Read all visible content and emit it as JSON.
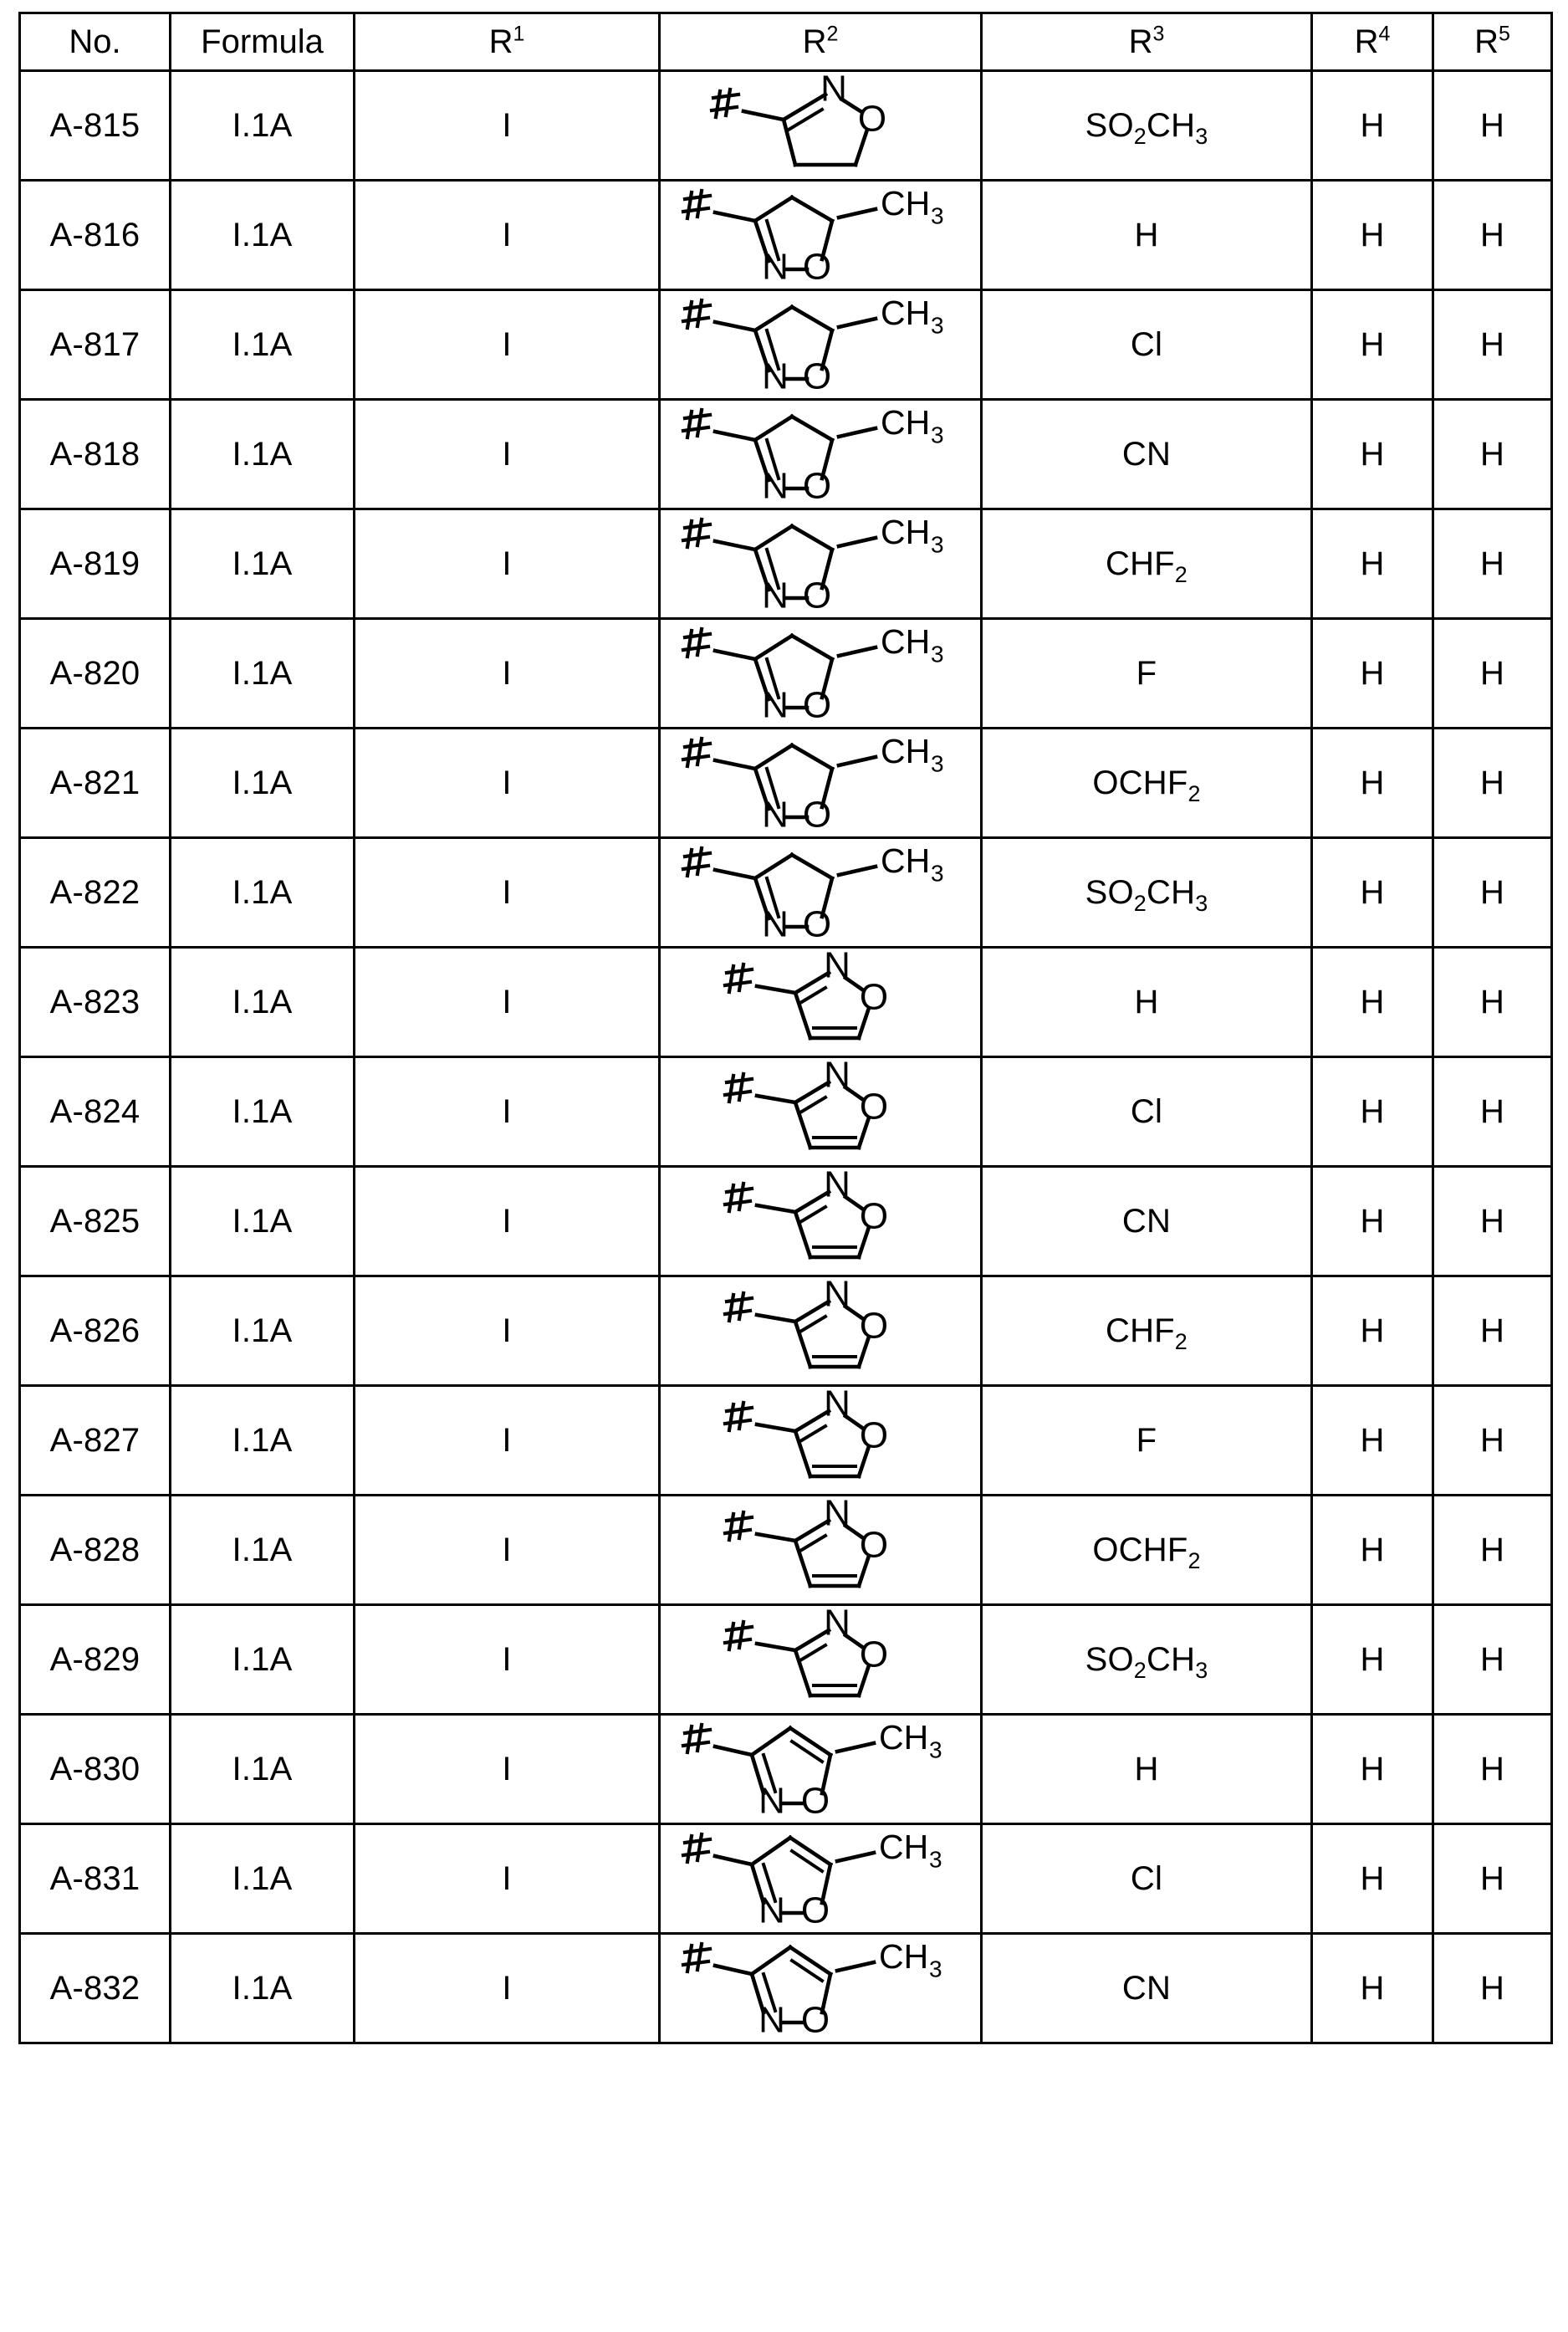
{
  "document": {
    "kind": "patent-substituent-table",
    "caption": ""
  },
  "table": {
    "columns": [
      {
        "key": "no",
        "label": "No.",
        "sup": ""
      },
      {
        "key": "formula",
        "label": "Formula",
        "sup": ""
      },
      {
        "key": "r1",
        "label": "R",
        "sup": "1"
      },
      {
        "key": "r2",
        "label": "R",
        "sup": "2"
      },
      {
        "key": "r3",
        "label": "R",
        "sup": "3"
      },
      {
        "key": "r4",
        "label": "R",
        "sup": "4"
      },
      {
        "key": "r5",
        "label": "R",
        "sup": "5"
      }
    ],
    "rows": [
      {
        "no": "A-815",
        "formula": "I.1A",
        "r1": "I",
        "r2_structure": "dihydroisoxazol-3-yl",
        "r2_label": "#-4,5-dihydroisoxazol-3-yl",
        "r3": "SO2CH3",
        "r3_parts": [
          {
            "t": "SO"
          },
          {
            "s": "2"
          },
          {
            "t": "CH"
          },
          {
            "s": "3"
          }
        ],
        "r4": "H",
        "r5": "H"
      },
      {
        "no": "A-816",
        "formula": "I.1A",
        "r1": "I",
        "r2_structure": "5-methyl-dihydroisoxazol-3-yl",
        "r2_label": "#-5-methyl-4,5-dihydroisoxazol-3-yl",
        "r3": "H",
        "r3_parts": [
          {
            "t": "H"
          }
        ],
        "r4": "H",
        "r5": "H"
      },
      {
        "no": "A-817",
        "formula": "I.1A",
        "r1": "I",
        "r2_structure": "5-methyl-dihydroisoxazol-3-yl",
        "r2_label": "#-5-methyl-4,5-dihydroisoxazol-3-yl",
        "r3": "Cl",
        "r3_parts": [
          {
            "t": "Cl"
          }
        ],
        "r4": "H",
        "r5": "H"
      },
      {
        "no": "A-818",
        "formula": "I.1A",
        "r1": "I",
        "r2_structure": "5-methyl-dihydroisoxazol-3-yl",
        "r2_label": "#-5-methyl-4,5-dihydroisoxazol-3-yl",
        "r3": "CN",
        "r3_parts": [
          {
            "t": "CN"
          }
        ],
        "r4": "H",
        "r5": "H"
      },
      {
        "no": "A-819",
        "formula": "I.1A",
        "r1": "I",
        "r2_structure": "5-methyl-dihydroisoxazol-3-yl",
        "r2_label": "#-5-methyl-4,5-dihydroisoxazol-3-yl",
        "r3": "CHF2",
        "r3_parts": [
          {
            "t": "CHF"
          },
          {
            "s": "2"
          }
        ],
        "r4": "H",
        "r5": "H"
      },
      {
        "no": "A-820",
        "formula": "I.1A",
        "r1": "I",
        "r2_structure": "5-methyl-dihydroisoxazol-3-yl",
        "r2_label": "#-5-methyl-4,5-dihydroisoxazol-3-yl",
        "r3": "F",
        "r3_parts": [
          {
            "t": "F"
          }
        ],
        "r4": "H",
        "r5": "H"
      },
      {
        "no": "A-821",
        "formula": "I.1A",
        "r1": "I",
        "r2_structure": "5-methyl-dihydroisoxazol-3-yl",
        "r2_label": "#-5-methyl-4,5-dihydroisoxazol-3-yl",
        "r3": "OCHF2",
        "r3_parts": [
          {
            "t": "OCHF"
          },
          {
            "s": "2"
          }
        ],
        "r4": "H",
        "r5": "H"
      },
      {
        "no": "A-822",
        "formula": "I.1A",
        "r1": "I",
        "r2_structure": "5-methyl-dihydroisoxazol-3-yl",
        "r2_label": "#-5-methyl-4,5-dihydroisoxazol-3-yl",
        "r3": "SO2CH3",
        "r3_parts": [
          {
            "t": "SO"
          },
          {
            "s": "2"
          },
          {
            "t": "CH"
          },
          {
            "s": "3"
          }
        ],
        "r4": "H",
        "r5": "H"
      },
      {
        "no": "A-823",
        "formula": "I.1A",
        "r1": "I",
        "r2_structure": "isoxazol-3-yl",
        "r2_label": "#-isoxazol-3-yl",
        "r3": "H",
        "r3_parts": [
          {
            "t": "H"
          }
        ],
        "r4": "H",
        "r5": "H"
      },
      {
        "no": "A-824",
        "formula": "I.1A",
        "r1": "I",
        "r2_structure": "isoxazol-3-yl",
        "r2_label": "#-isoxazol-3-yl",
        "r3": "Cl",
        "r3_parts": [
          {
            "t": "Cl"
          }
        ],
        "r4": "H",
        "r5": "H"
      },
      {
        "no": "A-825",
        "formula": "I.1A",
        "r1": "I",
        "r2_structure": "isoxazol-3-yl",
        "r2_label": "#-isoxazol-3-yl",
        "r3": "CN",
        "r3_parts": [
          {
            "t": "CN"
          }
        ],
        "r4": "H",
        "r5": "H"
      },
      {
        "no": "A-826",
        "formula": "I.1A",
        "r1": "I",
        "r2_structure": "isoxazol-3-yl",
        "r2_label": "#-isoxazol-3-yl",
        "r3": "CHF2",
        "r3_parts": [
          {
            "t": "CHF"
          },
          {
            "s": "2"
          }
        ],
        "r4": "H",
        "r5": "H"
      },
      {
        "no": "A-827",
        "formula": "I.1A",
        "r1": "I",
        "r2_structure": "isoxazol-3-yl",
        "r2_label": "#-isoxazol-3-yl",
        "r3": "F",
        "r3_parts": [
          {
            "t": "F"
          }
        ],
        "r4": "H",
        "r5": "H"
      },
      {
        "no": "A-828",
        "formula": "I.1A",
        "r1": "I",
        "r2_structure": "isoxazol-3-yl",
        "r2_label": "#-isoxazol-3-yl",
        "r3": "OCHF2",
        "r3_parts": [
          {
            "t": "OCHF"
          },
          {
            "s": "2"
          }
        ],
        "r4": "H",
        "r5": "H"
      },
      {
        "no": "A-829",
        "formula": "I.1A",
        "r1": "I",
        "r2_structure": "isoxazol-3-yl",
        "r2_label": "#-isoxazol-3-yl",
        "r3": "SO2CH3",
        "r3_parts": [
          {
            "t": "SO"
          },
          {
            "s": "2"
          },
          {
            "t": "CH"
          },
          {
            "s": "3"
          }
        ],
        "r4": "H",
        "r5": "H"
      },
      {
        "no": "A-830",
        "formula": "I.1A",
        "r1": "I",
        "r2_structure": "5-methylisoxazol-3-yl",
        "r2_label": "#-5-methylisoxazol-3-yl",
        "r3": "H",
        "r3_parts": [
          {
            "t": "H"
          }
        ],
        "r4": "H",
        "r5": "H"
      },
      {
        "no": "A-831",
        "formula": "I.1A",
        "r1": "I",
        "r2_structure": "5-methylisoxazol-3-yl",
        "r2_label": "#-5-methylisoxazol-3-yl",
        "r3": "Cl",
        "r3_parts": [
          {
            "t": "Cl"
          }
        ],
        "r4": "H",
        "r5": "H"
      },
      {
        "no": "A-832",
        "formula": "I.1A",
        "r1": "I",
        "r2_structure": "5-methylisoxazol-3-yl",
        "r2_label": "#-5-methylisoxazol-3-yl",
        "r3": "CN",
        "r3_parts": [
          {
            "t": "CN"
          }
        ],
        "r4": "H",
        "r5": "H"
      }
    ]
  },
  "structures": {
    "dihydroisoxazol-3-yl": {
      "atom_labels": [
        "#",
        "N",
        "O"
      ],
      "ring": "4,5-dihydroisoxazole",
      "aromatic": false,
      "methyl": false
    },
    "5-methyl-dihydroisoxazol-3-yl": {
      "atom_labels": [
        "#",
        "N",
        "O",
        "CH3"
      ],
      "ring": "4,5-dihydroisoxazole",
      "aromatic": false,
      "methyl": true
    },
    "isoxazol-3-yl": {
      "atom_labels": [
        "#",
        "N",
        "O"
      ],
      "ring": "isoxazole",
      "aromatic": true,
      "methyl": false
    },
    "5-methylisoxazol-3-yl": {
      "atom_labels": [
        "#",
        "N",
        "O",
        "CH3"
      ],
      "ring": "isoxazole",
      "aromatic": true,
      "methyl": true
    }
  },
  "colors": {
    "ink": "#000000",
    "paper": "#ffffff"
  }
}
